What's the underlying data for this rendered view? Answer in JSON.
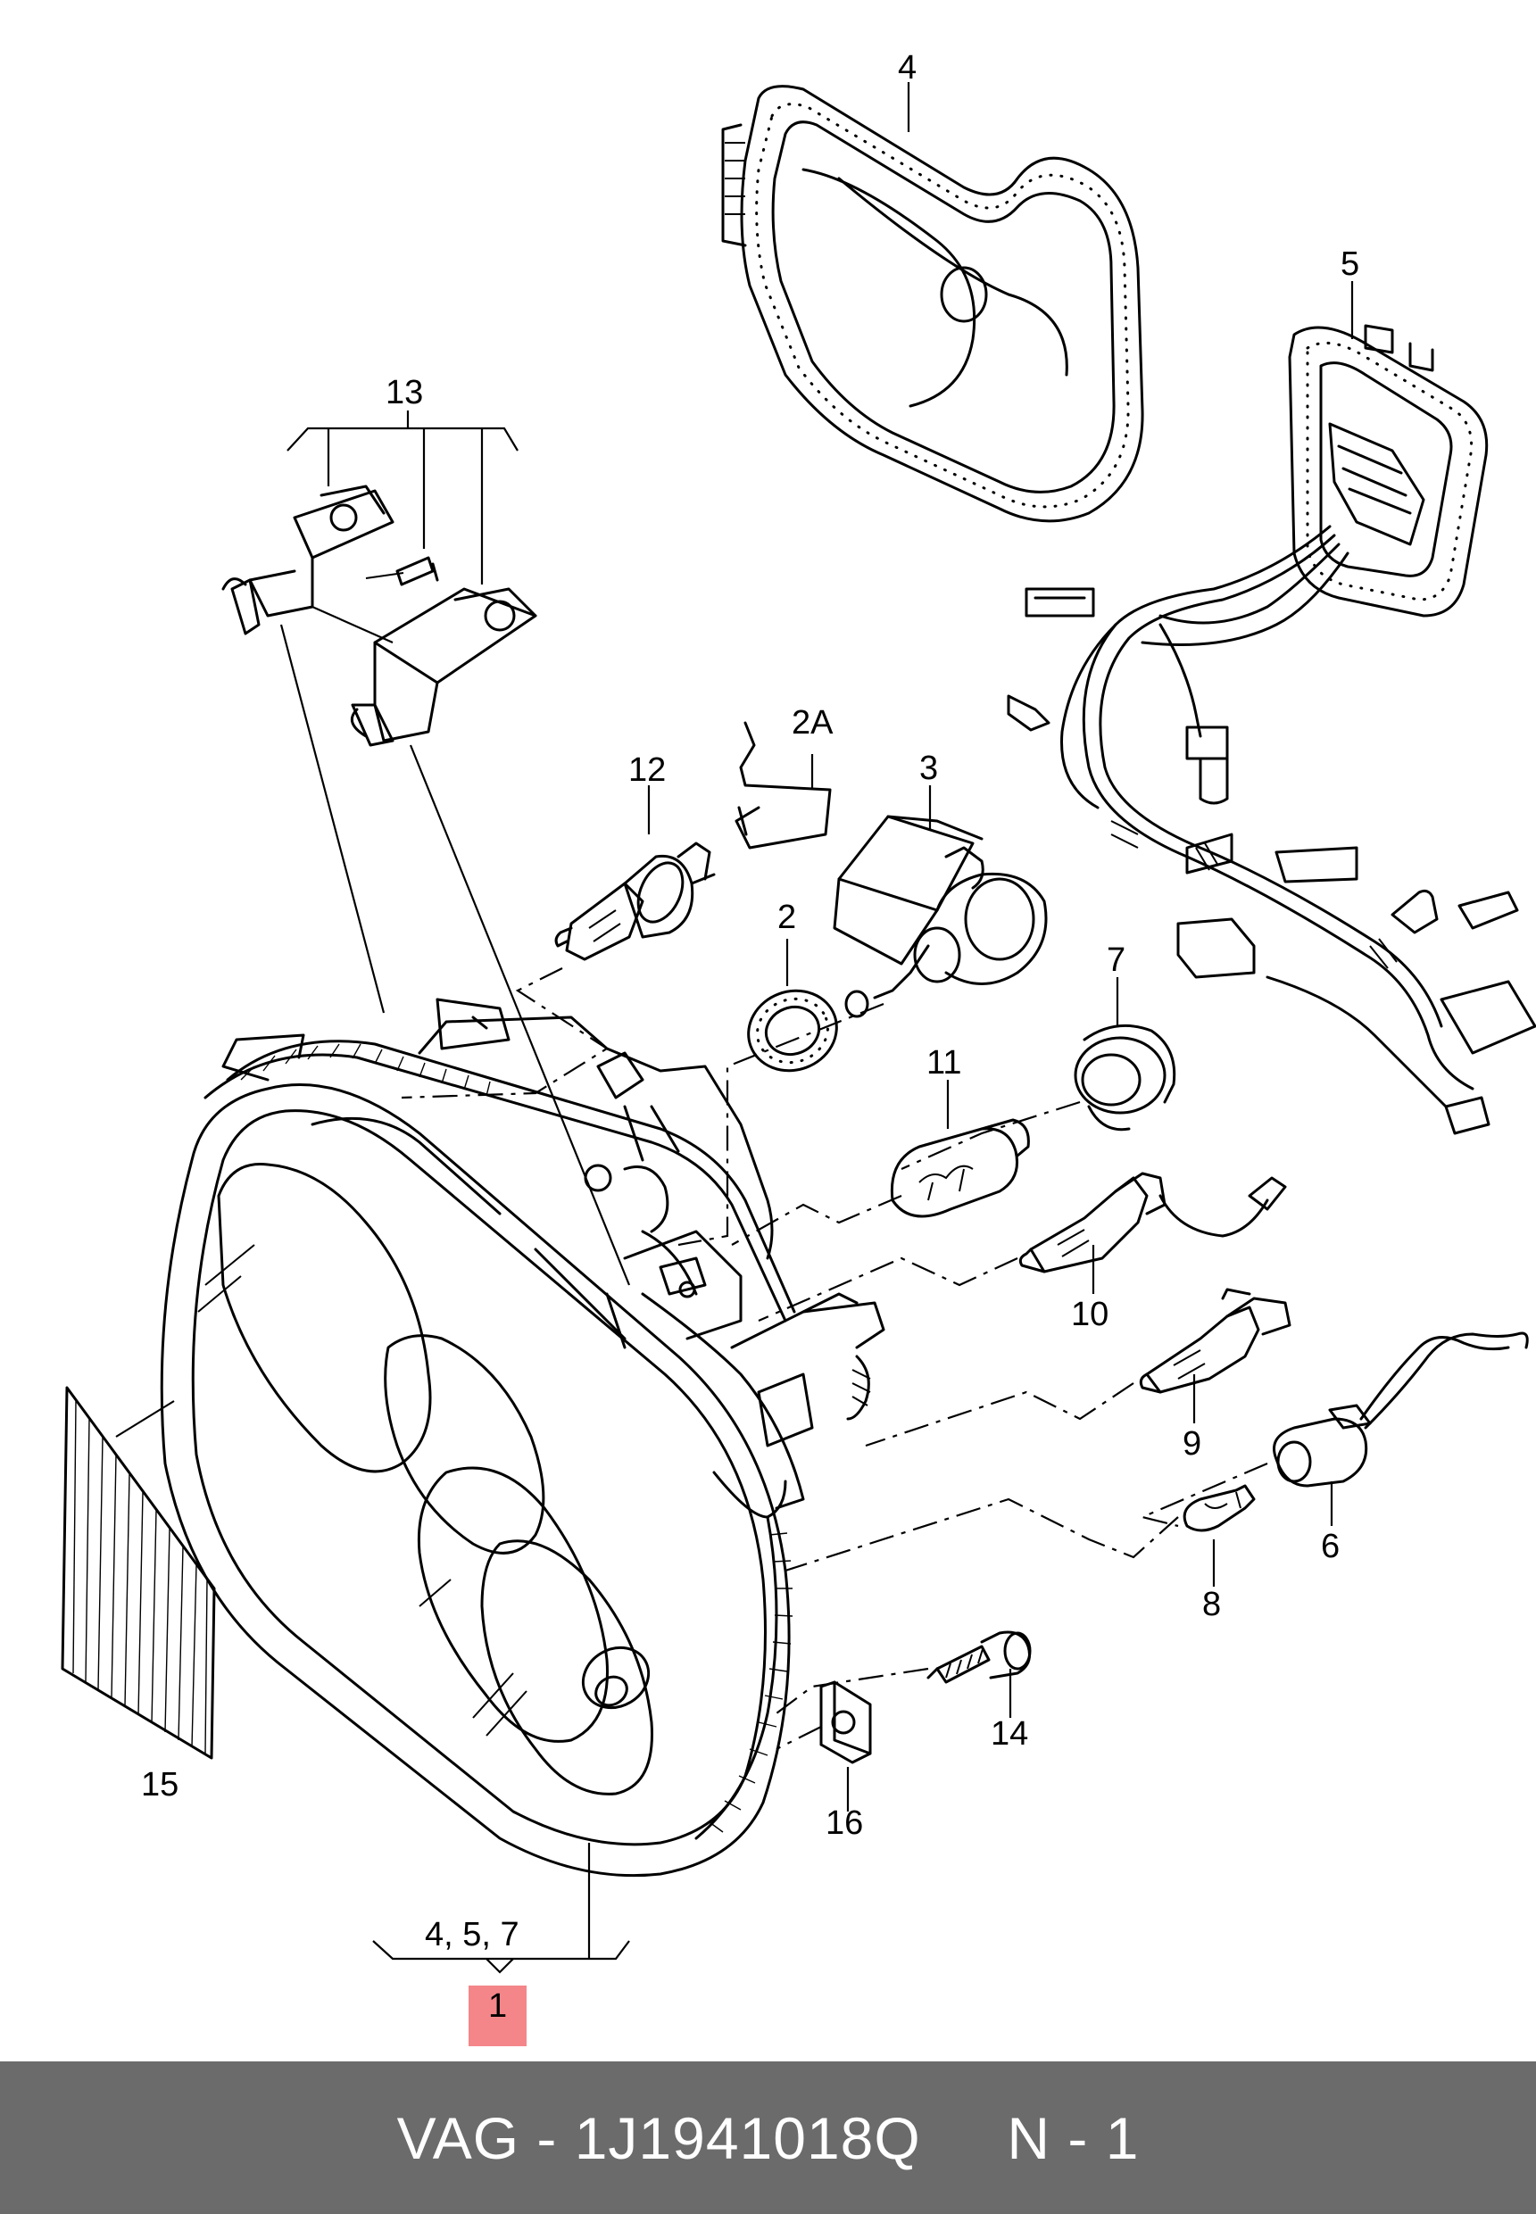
{
  "diagram": {
    "labels": {
      "p1": "1",
      "p2": "2",
      "p2a": "2A",
      "p3": "3",
      "p4": "4",
      "p5": "5",
      "p6": "6",
      "p7": "7",
      "p8": "8",
      "p9": "9",
      "p10": "10",
      "p11": "11",
      "p12": "12",
      "p13": "13",
      "p14": "14",
      "p15": "15",
      "p16": "16",
      "group_457": "4, 5, 7"
    },
    "highlight_color": "#f4868a"
  },
  "footer": {
    "text": "VAG - 1J1941018Q     N - 1",
    "background": "#6b6b6b",
    "text_color": "#ffffff"
  }
}
